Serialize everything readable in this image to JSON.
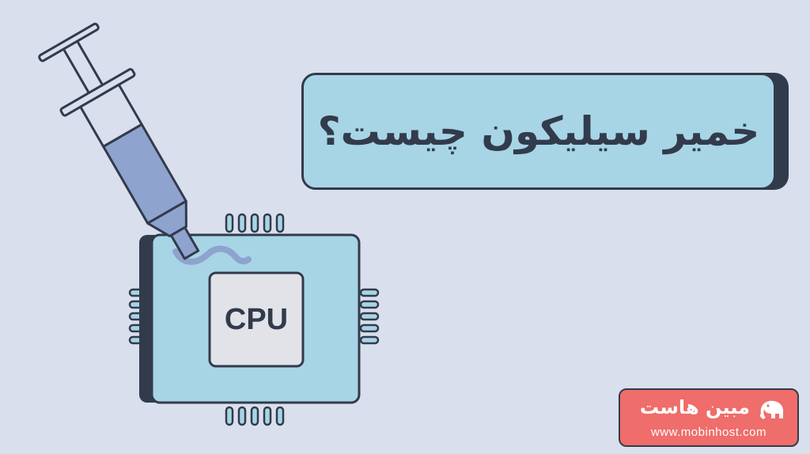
{
  "title": "خمیر سیلیکون چیست؟",
  "cpu": {
    "label": "CPU"
  },
  "brand": {
    "name": "مبین هاست",
    "url": "www.mobinhost.com",
    "logo_icon": "elephant-icon"
  },
  "colors": {
    "background": "#d9dfec",
    "card": "#a7d5e5",
    "outline": "#323b4c",
    "syringe_fill": "#8fa3cf",
    "badge": "#ef6d6a"
  }
}
